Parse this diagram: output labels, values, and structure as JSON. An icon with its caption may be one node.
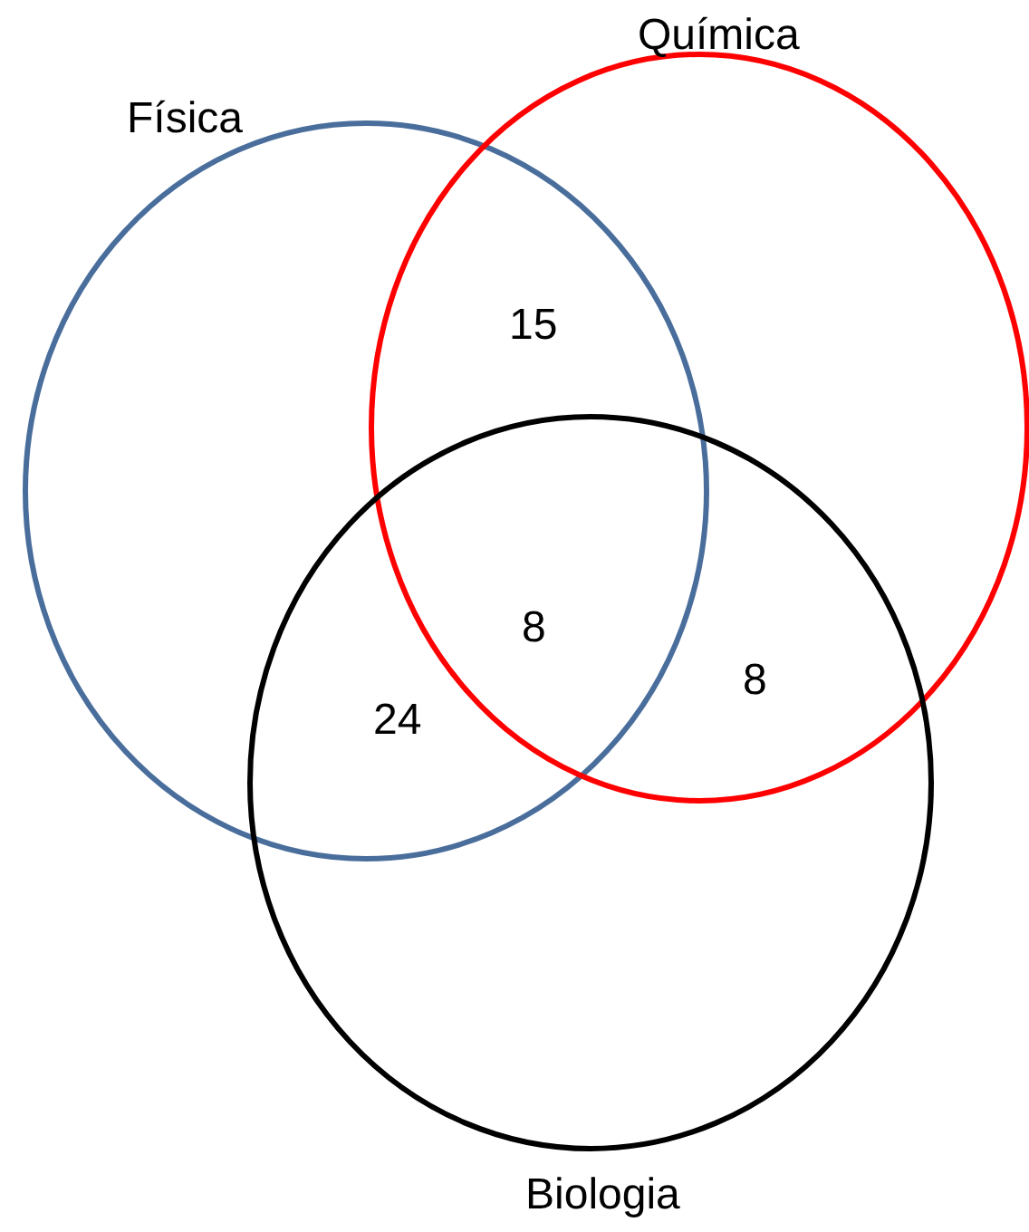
{
  "diagram": {
    "nodes": [
      {
        "text": [
          "Física"
        ]
      },
      {
        "text": [
          "Química"
        ]
      },
      {
        "text": [
          "Biologia"
        ]
      }
    ],
    "labels": [
      "15",
      "8",
      "8",
      "24"
    ]
  }
}
